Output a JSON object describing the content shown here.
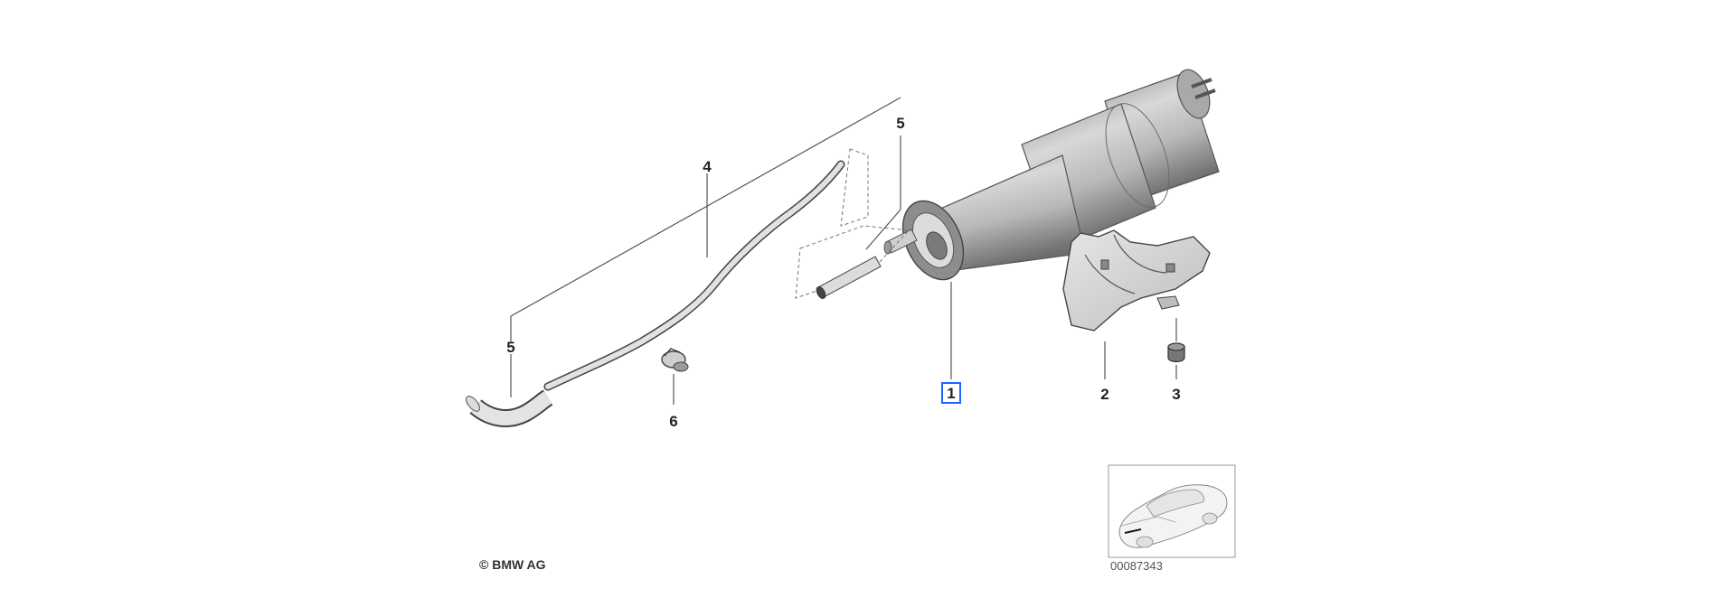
{
  "diagram": {
    "callouts": {
      "part1": "1",
      "part2": "2",
      "part3": "3",
      "part4": "4",
      "part5_top": "5",
      "part5_left": "5",
      "part6": "6"
    },
    "highlighted_callout": "1",
    "copyright": "© BMW AG",
    "illustration_number": "00087343",
    "icons": [
      "fuel-filter-icon",
      "mounting-bracket-icon",
      "rubber-grommet-icon",
      "fuel-hose-icon",
      "hose-clamp-icon",
      "vehicle-thumbnail-icon"
    ]
  }
}
